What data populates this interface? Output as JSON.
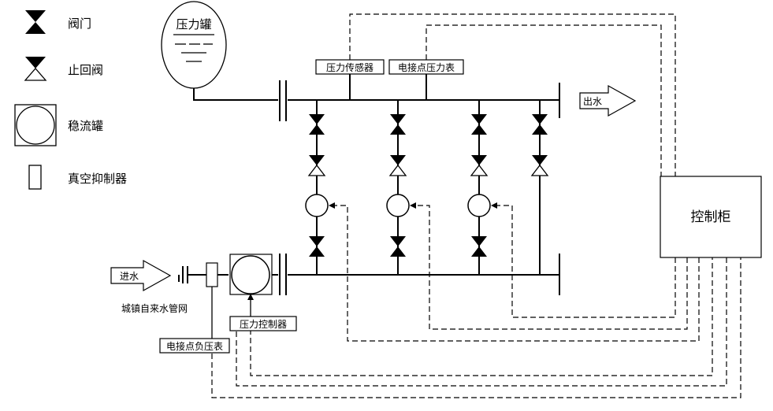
{
  "legend": {
    "valve": "阀门",
    "check_valve": "止回阀",
    "stabilizer_tank": "稳流罐",
    "vacuum_suppressor": "真空抑制器"
  },
  "labels": {
    "pressure_tank": "压力罐",
    "pressure_sensor": "压力传感器",
    "contact_pressure_gauge": "电接点压力表",
    "outlet": "出水",
    "inlet": "进水",
    "city_water": "城镇自来水管网",
    "pressure_controller": "压力控制器",
    "contact_vacuum_gauge": "电接点负压表",
    "control_cabinet": "控制柜"
  }
}
